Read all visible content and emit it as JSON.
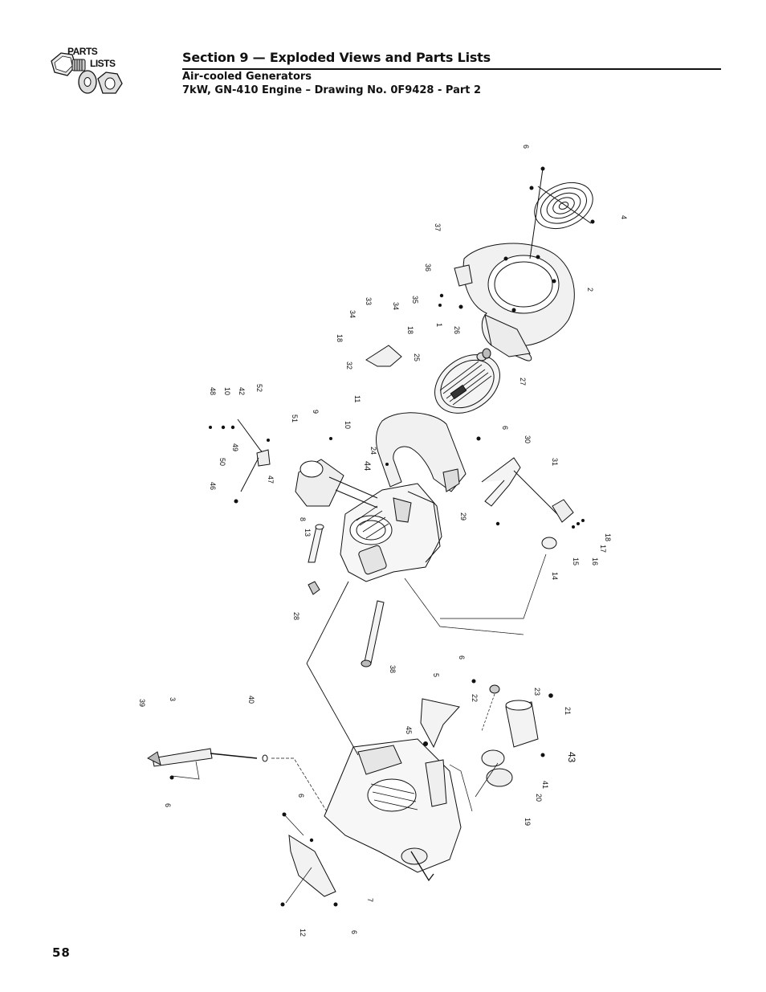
{
  "header": {
    "logo_line1": "PARTS",
    "logo_line2": "LISTS",
    "section_title": "Section 9 — Exploded Views and Parts Lists",
    "subtitle_1": "Air-cooled Generators",
    "subtitle_2": "7kW, GN-410 Engine – Drawing No. 0F9428 - Part 2"
  },
  "footer": {
    "page_number": "58"
  },
  "callouts": {
    "c6_top": "6",
    "c4": "4",
    "c37": "37",
    "c2": "2",
    "c36": "36",
    "c35": "35",
    "c1": "1",
    "c34a": "34",
    "c33": "33",
    "c34b": "34",
    "c18a": "18",
    "c18b": "18",
    "c32": "32",
    "c26": "26",
    "c25": "25",
    "c27": "27",
    "c48": "48",
    "c10a": "10",
    "c42": "42",
    "c52": "52",
    "c9": "9",
    "c51": "51",
    "c11": "11",
    "c10b": "10",
    "c24": "24",
    "c6_mid": "6",
    "c30": "30",
    "c31": "31",
    "c44": "44",
    "c49": "49",
    "c50": "50",
    "c46": "46",
    "c47": "47",
    "c8": "8",
    "c13": "13",
    "c29": "29",
    "c15": "15",
    "c16": "16",
    "c17": "17",
    "c18c": "18",
    "c14": "14",
    "c28": "28",
    "c38": "38",
    "c6_low": "6",
    "c5": "5",
    "c22": "22",
    "c23": "23",
    "c21": "21",
    "c45": "45",
    "c39": "39",
    "c3": "3",
    "c40": "40",
    "c43": "43",
    "c41": "41",
    "c20": "20",
    "c19": "19",
    "c6_dip": "6",
    "c6_shield": "6",
    "c7": "7",
    "c12": "12",
    "c6_bottom": "6"
  }
}
